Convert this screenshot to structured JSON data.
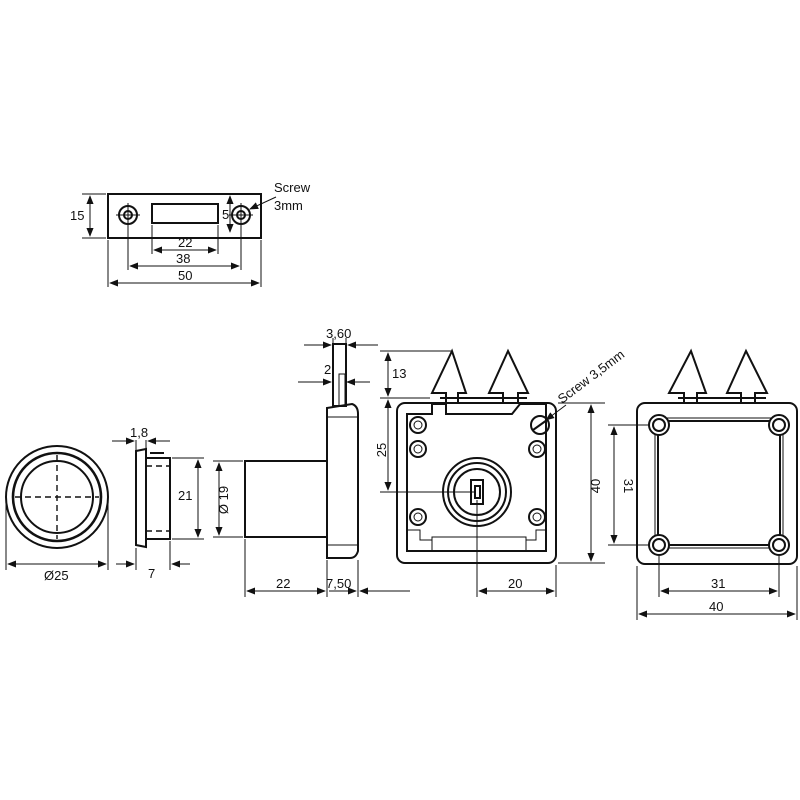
{
  "strike_plate": {
    "height_label": "15",
    "slot_height_label": "5",
    "slot_width_label": "22",
    "hole_spacing_label": "38",
    "width_label": "50",
    "screw_label_line1": "Screw",
    "screw_label_line2": "3mm"
  },
  "front_view": {
    "diameter_label": "Ø25"
  },
  "collar_view": {
    "flange_label": "1,8",
    "height_label": "21",
    "depth_label": "7"
  },
  "side_view": {
    "bolt_width_label": "3,60",
    "bolt_offset_label": "2",
    "cylinder_diameter_label": "Ø 19",
    "cylinder_length_label": "22",
    "body_depth_label": "7,50"
  },
  "lock_face": {
    "bolt_height_label": "13",
    "key_offset_label": "25",
    "height_label": "40",
    "key_center_label": "20",
    "screw_label": "Screw 3,5mm"
  },
  "back_view": {
    "hole_spacing_vertical_label": "31",
    "hole_spacing_label": "31",
    "width_label": "40"
  }
}
